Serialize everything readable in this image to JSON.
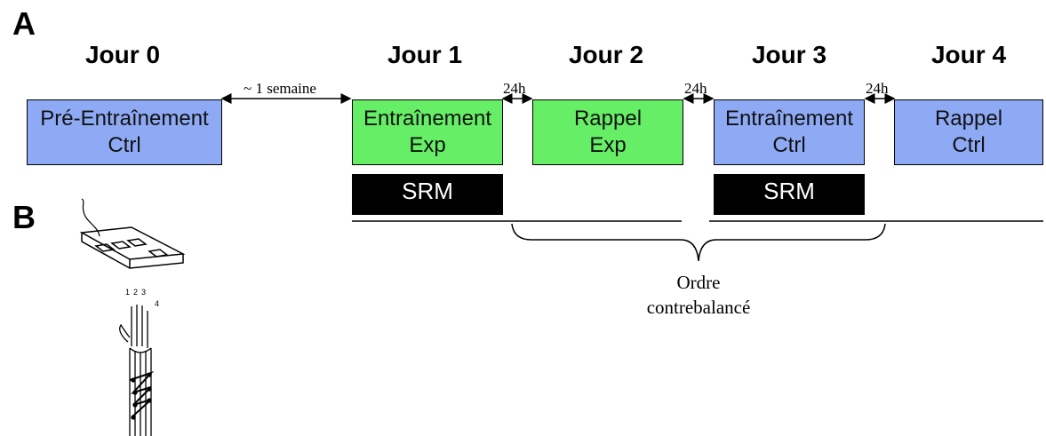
{
  "panels": {
    "a": "A",
    "b": "B"
  },
  "days": [
    "Jour 0",
    "Jour 1",
    "Jour 2",
    "Jour 3",
    "Jour 4"
  ],
  "gaps": {
    "week": "~ 1 semaine",
    "h24": "24h"
  },
  "sessions": [
    {
      "line1": "Pré-Entraînement",
      "line2": "Ctrl",
      "color": "#8eaaf5"
    },
    {
      "line1": "Entraînement",
      "line2": "Exp",
      "color": "#66ee66"
    },
    {
      "line1": "Rappel",
      "line2": "Exp",
      "color": "#66ee66"
    },
    {
      "line1": "Entraînement",
      "line2": "Ctrl",
      "color": "#8eaaf5"
    },
    {
      "line1": "Rappel",
      "line2": "Ctrl",
      "color": "#8eaaf5"
    }
  ],
  "srm": "SRM",
  "order": {
    "line1": "Ordre",
    "line2": "contrebalancé"
  },
  "finger_numbers": [
    "1",
    "2",
    "3",
    "4"
  ]
}
